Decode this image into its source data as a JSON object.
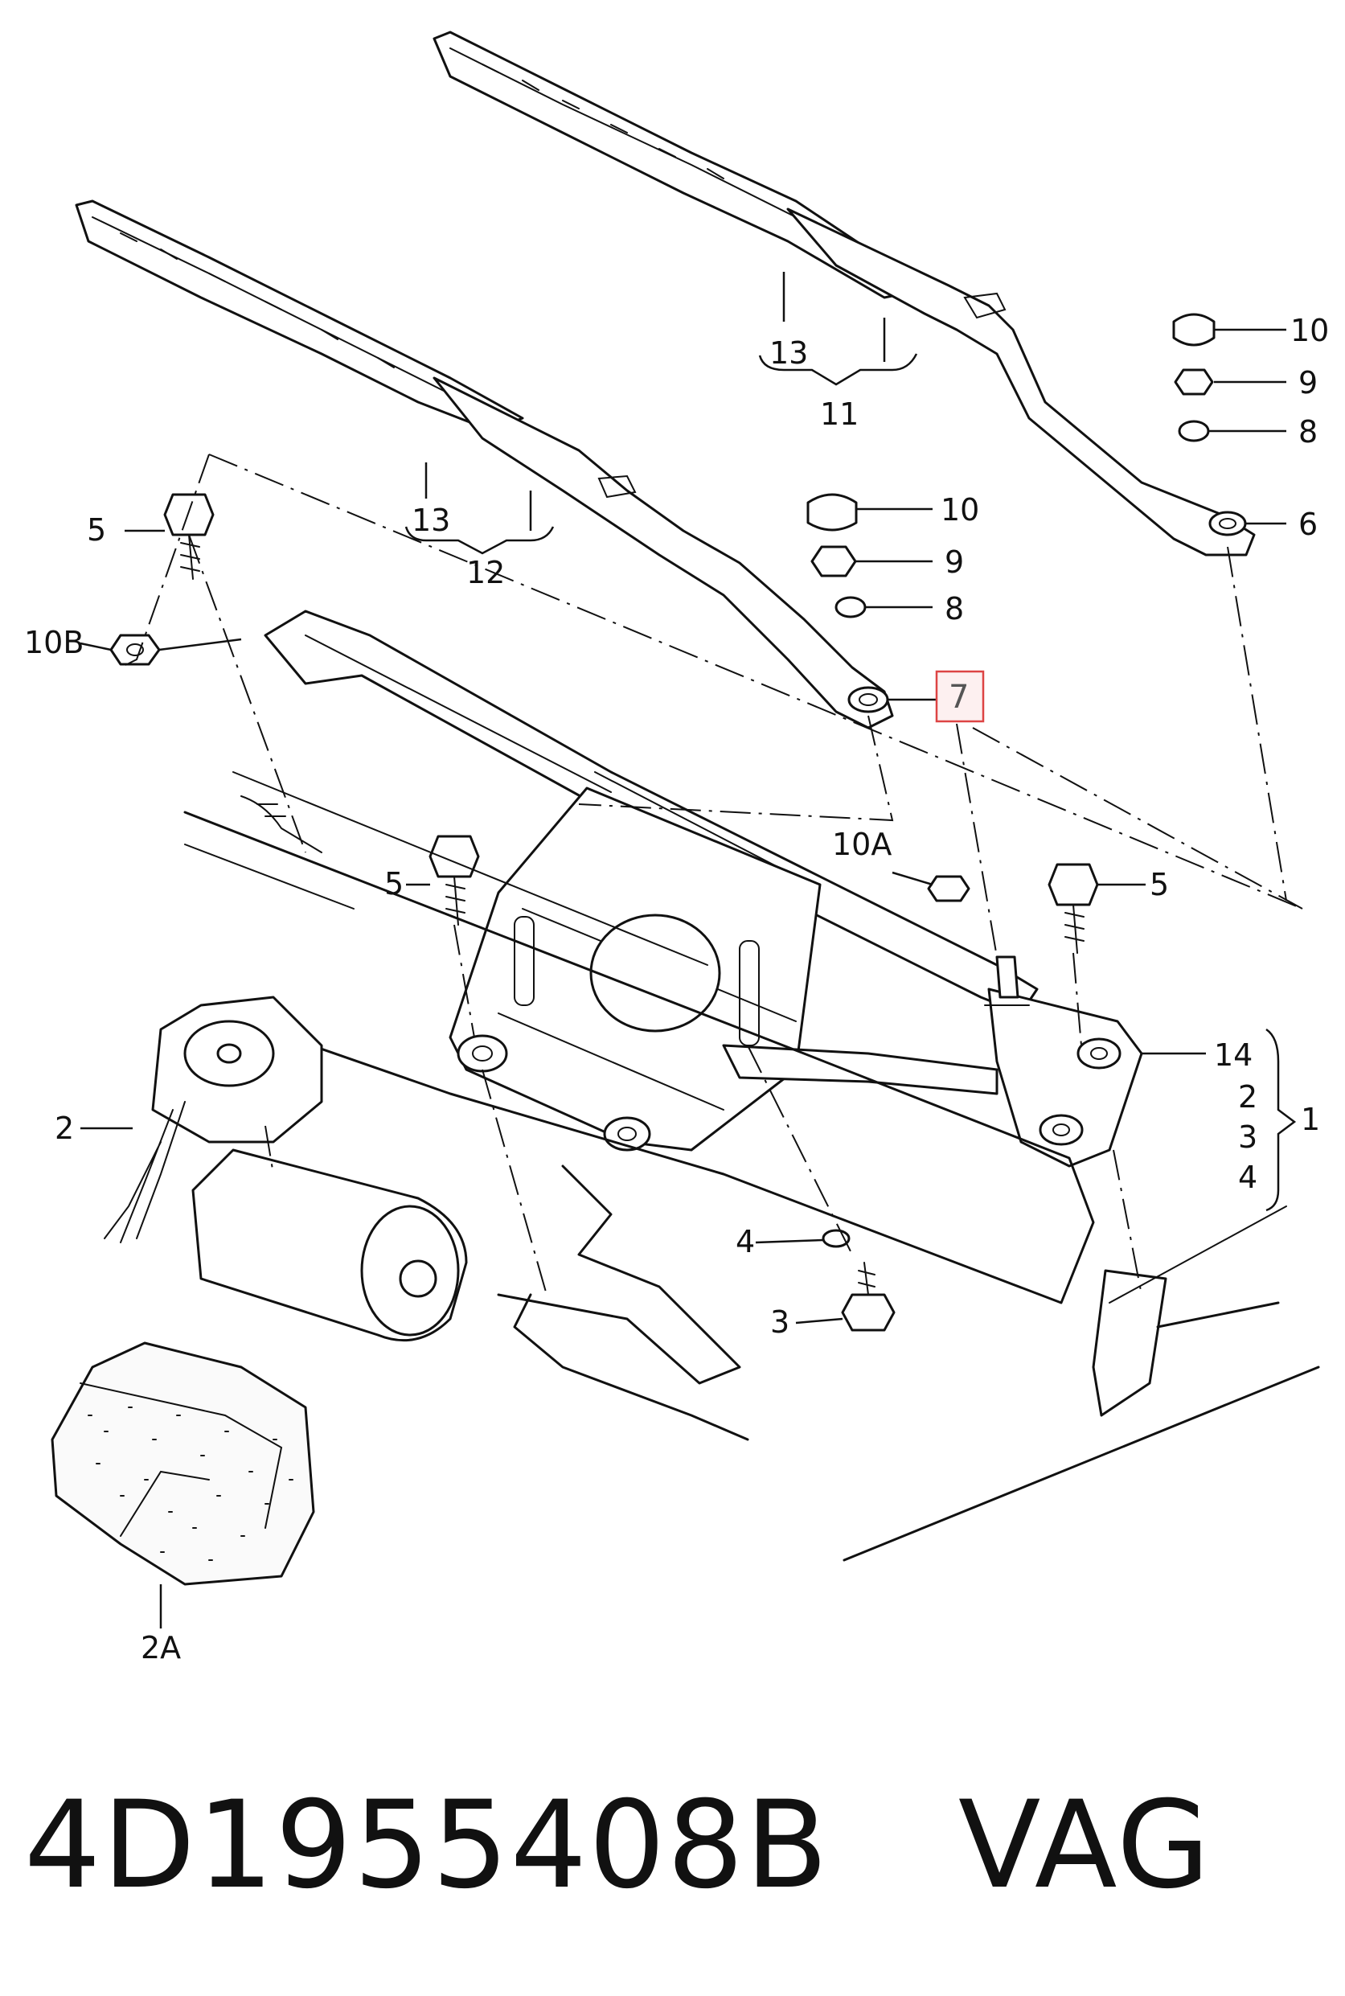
{
  "callouts": {
    "c1": "1",
    "c2": "2",
    "c2A": "2A",
    "c3": "3",
    "c4": "4",
    "c5a": "5",
    "c5b": "5",
    "c5c": "5",
    "c6": "6",
    "c7": "7",
    "c8a": "8",
    "c8b": "8",
    "c9a": "9",
    "c9b": "9",
    "c10a": "10",
    "c10b": "10",
    "c10A": "10A",
    "c10B": "10B",
    "c11": "11",
    "c12": "12",
    "c13a": "13",
    "c13b": "13",
    "c14": "14",
    "g2": "2",
    "g3": "3",
    "g4": "4"
  },
  "highlight_color": "#dd4444",
  "caption": {
    "part_number": "4D1955408B",
    "brand": "VAG"
  }
}
